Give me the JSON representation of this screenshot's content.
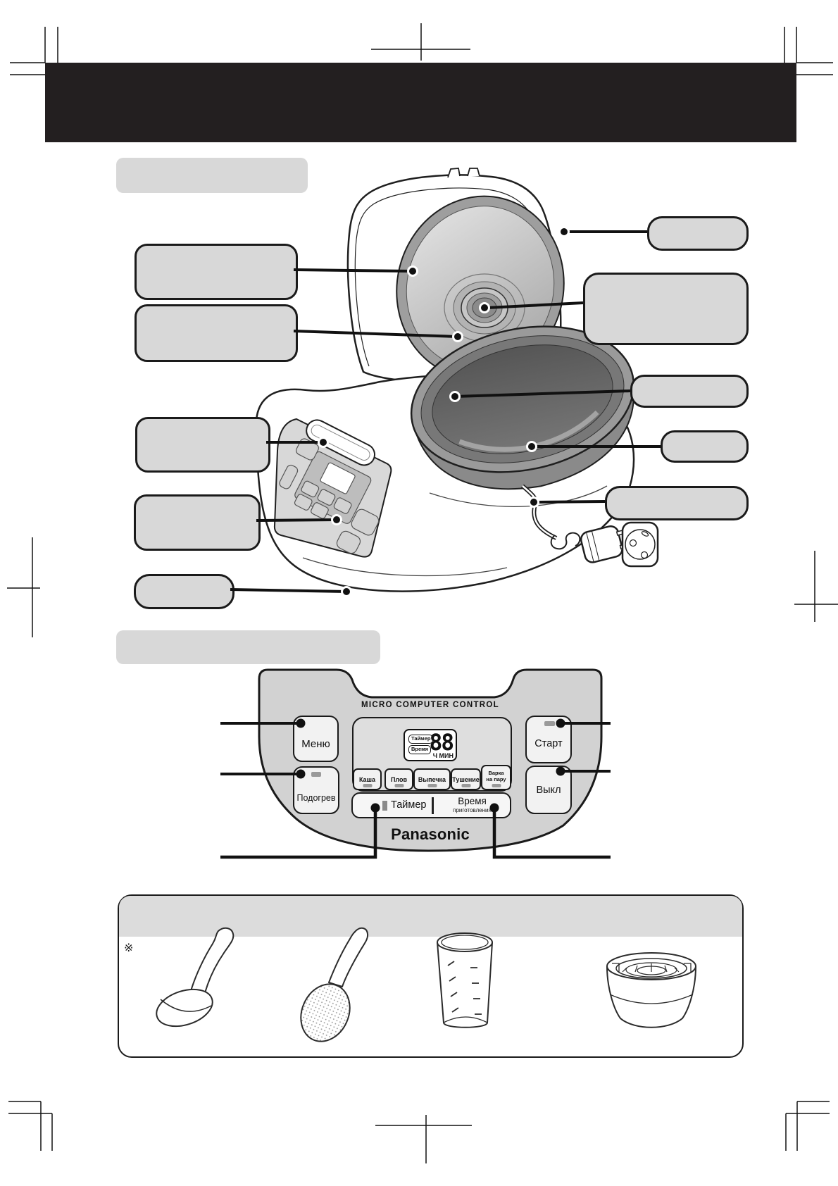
{
  "control_panel": {
    "title": "MICRO COMPUTER CONTROL",
    "brand": "Panasonic",
    "buttons": {
      "menu": "Меню",
      "keep_warm": "Подогрев",
      "start": "Старт",
      "off": "Выкл"
    },
    "display": {
      "timer_chip": "Таймер",
      "time_chip": "Время",
      "digits": "88",
      "units": "Ч МИН"
    },
    "programs": [
      "Каша",
      "Плов",
      "Выпечка",
      "Тушение",
      "Варка на пару"
    ],
    "footer": {
      "timer": "Таймер",
      "time_line1": "Время",
      "time_line2": "приготовления"
    }
  },
  "accessories": {
    "note_symbol": "※",
    "icons": [
      "ladle-icon",
      "rice-paddle-icon",
      "measuring-cup-icon",
      "steam-basket-icon"
    ]
  },
  "colors": {
    "header_band": "#231f20",
    "placeholder_gray": "#d8d8d8",
    "panel_gray": "#d2d2d2",
    "button_face": "#f2f2f2",
    "led_gray": "#9a9a9a",
    "line_black": "#111111"
  }
}
